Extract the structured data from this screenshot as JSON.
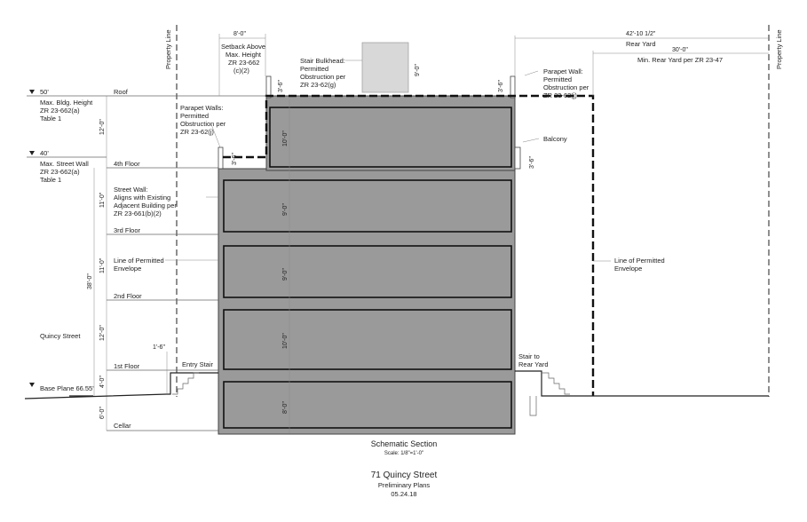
{
  "property_line_left": "Property Line",
  "property_line_right": "Property Line",
  "setback": {
    "dim": "8'-0\"",
    "label": [
      "Setback Above",
      "Max. Height",
      "ZR 23-662",
      "(c)(2)"
    ]
  },
  "stair_bulkhead": {
    "label": [
      "Stair Bulkhead:",
      "Permitted",
      "Obstruction per",
      "ZR 23-62(g)"
    ],
    "dim": "9'-0\""
  },
  "rear_yard": {
    "dim": "42'-10 1/2\"",
    "label": "Rear Yard",
    "min_dim": "30'-0\"",
    "min_label": "Min. Rear Yard per ZR 23-47"
  },
  "parapet_wall_right": {
    "label": [
      "Parapet Wall:",
      "Permitted",
      "Obstruction per",
      "ZR 23-62(j)"
    ],
    "dim": "3'-6\""
  },
  "parapet_walls_left": {
    "label": [
      "Parapet Walls:",
      "Permitted",
      "Obstruction per",
      "ZR 23-62(j)"
    ],
    "dim_top": "3'-6\"",
    "dim_low": "3'-6\""
  },
  "balcony": {
    "label": "Balcony",
    "dim": "3'-6\""
  },
  "max_bldg_height": {
    "elev": "50'",
    "label": [
      "Max. Bldg. Height",
      "ZR 23-662(a)",
      "Table 1"
    ]
  },
  "max_street_wall": {
    "elev": "40'",
    "label": [
      "Max. Street Wall",
      "ZR 23-662(a)",
      "Table 1"
    ]
  },
  "street_wall": {
    "label": [
      "Street Wall:",
      "Aligns with Existing",
      "Adjacent Building per",
      "ZR 23-661(b)(2)"
    ]
  },
  "envelope_left": {
    "label": [
      "Line of Permitted",
      "Envelope"
    ]
  },
  "envelope_right": {
    "label": [
      "Line of Permitted",
      "Envelope"
    ]
  },
  "levels": {
    "roof": "Roof",
    "fourth": "4th Floor",
    "third": "3rd Floor",
    "second": "2nd Floor",
    "first": "1st Floor",
    "cellar": "Cellar"
  },
  "level_dims": {
    "roof_4th": "12'-0\"",
    "fourth_third": "11'-0\"",
    "third_second": "11'-0\"",
    "second_first": "12'-0\"",
    "first_base": "4'-0\"",
    "cellar": "6'-0\"",
    "total": "38'-0\""
  },
  "floor_heights": {
    "f4": "10'-0\"",
    "f3": "9'-0\"",
    "f2": "9'-0\"",
    "f1": "10'-0\"",
    "cellar": "8'-0\""
  },
  "street": "Quincy Street",
  "base_plane": "Base Plane 66.55'",
  "entry_stair": {
    "label": "Entry Stair",
    "dim": "1'-6\""
  },
  "stair_rear": {
    "label": [
      "Stair to",
      "Rear Yard"
    ]
  },
  "section": {
    "title": "Schematic Section",
    "scale": "Scale: 1/8\"=1'-0\""
  },
  "project": {
    "name": "71 Quincy Street",
    "subtitle": "Preliminary Plans",
    "date": "05.24.18"
  }
}
